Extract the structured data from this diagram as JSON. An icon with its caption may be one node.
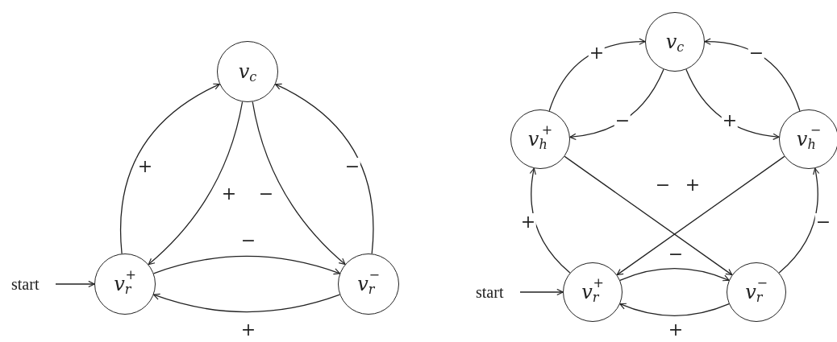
{
  "diagram": {
    "nodes": [
      {
        "text": [
          "v$_{c}$"
        ]
      },
      {
        "text": [
          "start"
        ]
      },
      {
        "text": [
          "v$_{r}$$^{+}$"
        ]
      },
      {
        "text": [
          "v$_{r}$$^{−}$"
        ]
      },
      {
        "text": [
          "v$_{c}$"
        ]
      },
      {
        "text": [
          "v$_{h}$$^{+}$"
        ]
      },
      {
        "text": [
          "v$_{h}$$^{−}$"
        ]
      },
      {
        "text": [
          "start"
        ]
      },
      {
        "text": [
          "v$_{r}$$^{+}$"
        ]
      },
      {
        "text": [
          "v$_{r}$$^{−}$"
        ]
      }
    ],
    "edges": [
      {
        "from": 1,
        "to": 2,
        "arrow": "to"
      },
      {
        "from": 2,
        "to": 0,
        "arrow": "to",
        "label": "+"
      },
      {
        "from": 0,
        "to": 2,
        "arrow": "to",
        "label": "+"
      },
      {
        "from": 0,
        "to": 3,
        "arrow": "to",
        "label": "−"
      },
      {
        "from": 3,
        "to": 0,
        "arrow": "to",
        "label": "−"
      },
      {
        "from": 2,
        "to": 3,
        "arrow": "to",
        "label": "−"
      },
      {
        "from": 3,
        "to": 2,
        "arrow": "to",
        "label": "+"
      },
      {
        "from": 5,
        "to": 4,
        "arrow": "to",
        "label": "+"
      },
      {
        "from": 4,
        "to": 5,
        "arrow": "to",
        "label": "−"
      },
      {
        "from": 4,
        "to": 6,
        "arrow": "to",
        "label": "+"
      },
      {
        "from": 6,
        "to": 4,
        "arrow": "to",
        "label": "−"
      },
      {
        "from": 5,
        "to": 9,
        "arrow": "to",
        "label": "−"
      },
      {
        "from": 6,
        "to": 8,
        "arrow": "to",
        "label": "+"
      },
      {
        "from": 8,
        "to": 5,
        "arrow": "to",
        "label": "+"
      },
      {
        "from": 9,
        "to": 6,
        "arrow": "to",
        "label": "−"
      },
      {
        "from": 8,
        "to": 9,
        "arrow": "to",
        "label": "−"
      },
      {
        "from": 9,
        "to": 8,
        "arrow": "to",
        "label": "+"
      },
      {
        "from": 7,
        "to": 8,
        "arrow": "to"
      }
    ]
  }
}
